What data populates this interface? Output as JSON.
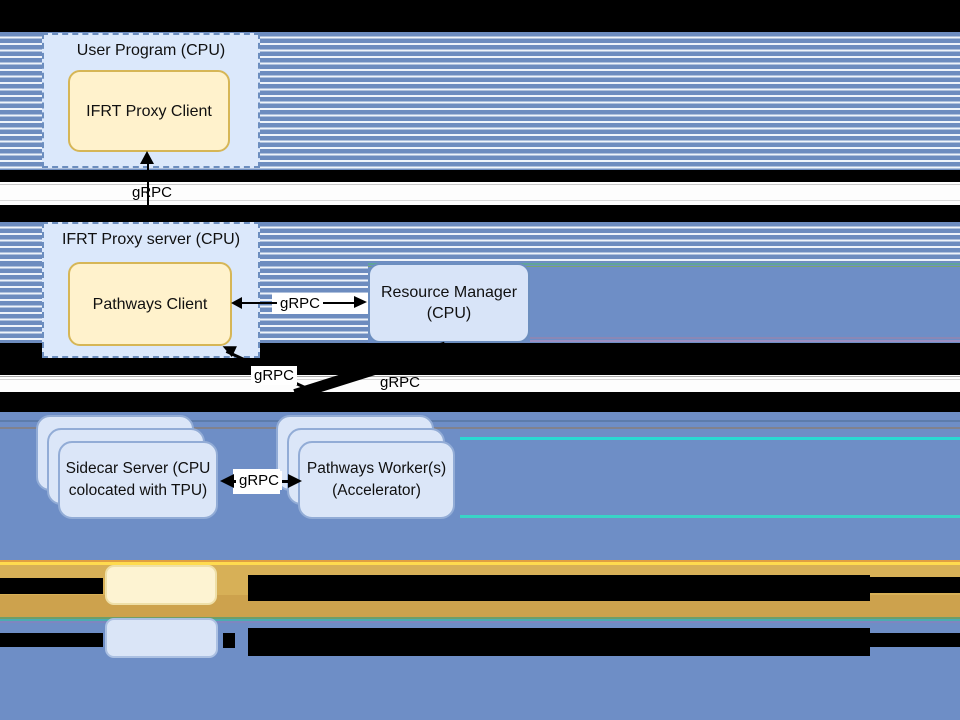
{
  "diagram": {
    "nodes": {
      "user_program": {
        "label": "User Program (CPU)"
      },
      "ifrt_proxy_client": {
        "label": "IFRT Proxy Client"
      },
      "ifrt_proxy_server": {
        "label": "IFRT Proxy server (CPU)"
      },
      "pathways_client": {
        "label": "Pathways Client"
      },
      "resource_manager": {
        "line1": "Resource Manager",
        "line2": "(CPU)"
      },
      "sidecar_server": {
        "line1": "Sidecar Server (CPU",
        "line2": "colocated with TPU)"
      },
      "pathways_workers": {
        "line1": "Pathways Worker(s)",
        "line2": "(Accelerator)"
      }
    },
    "edges": [
      {
        "from": "ifrt_proxy_server",
        "to": "ifrt_proxy_client",
        "label": "gRPC"
      },
      {
        "from": "resource_manager",
        "to": "pathways_client",
        "label": "gRPC",
        "bidirectional": true
      },
      {
        "from": "pathways_workers",
        "to": "pathways_client",
        "label": "gRPC"
      },
      {
        "from": "resource_manager",
        "to": "pathways_workers",
        "label": "gRPC"
      },
      {
        "from": "sidecar_server",
        "to": "pathways_workers",
        "label": "gRPC",
        "bidirectional": true
      }
    ],
    "legend": {
      "items": [
        {
          "swatch_fill": "#fdf3d2",
          "swatch_border": "#eedfa8",
          "label_obscured": true
        },
        {
          "swatch_fill": "#dae5f7",
          "swatch_border": "#abc0e2",
          "label_obscured": true
        }
      ]
    },
    "colors": {
      "node_yellow_fill": "#fff2cc",
      "node_yellow_border": "#d6b656",
      "node_blue_fill": "#dbe8fb",
      "node_blue_border": "#6c8ebf",
      "stack_fill": "#dbe6f8",
      "stack_border": "#92acd6",
      "background_blue": "#6e8ec6",
      "stripe_blue": "#6d8cbf",
      "stripe_light": "#eef3fa",
      "gold_band": "#d7b057",
      "occlusion": "#000000"
    }
  }
}
